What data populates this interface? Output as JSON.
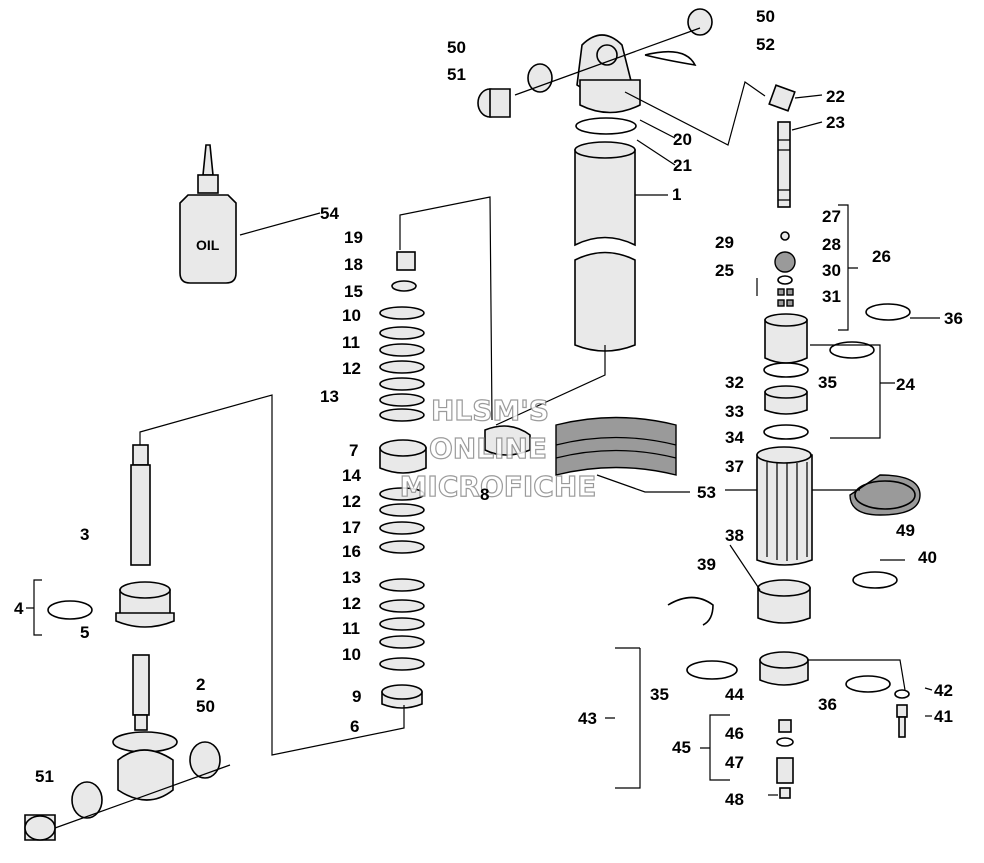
{
  "watermark": {
    "line1": "HLSM'S",
    "line2": "ONLINE",
    "line3": "MICROFICHE"
  },
  "bottle_text": "OIL",
  "labels": [
    "1",
    "2",
    "3",
    "4",
    "5",
    "6",
    "7",
    "8",
    "9",
    "10",
    "10",
    "11",
    "11",
    "12",
    "12",
    "12",
    "13",
    "13",
    "14",
    "15",
    "16",
    "17",
    "18",
    "19",
    "20",
    "21",
    "22",
    "23",
    "24",
    "25",
    "26",
    "27",
    "28",
    "29",
    "30",
    "31",
    "32",
    "33",
    "34",
    "35",
    "35",
    "36",
    "36",
    "37",
    "38",
    "39",
    "40",
    "41",
    "42",
    "43",
    "44",
    "45",
    "46",
    "47",
    "48",
    "49",
    "50",
    "50",
    "50",
    "51",
    "51",
    "52",
    "53",
    "54"
  ]
}
